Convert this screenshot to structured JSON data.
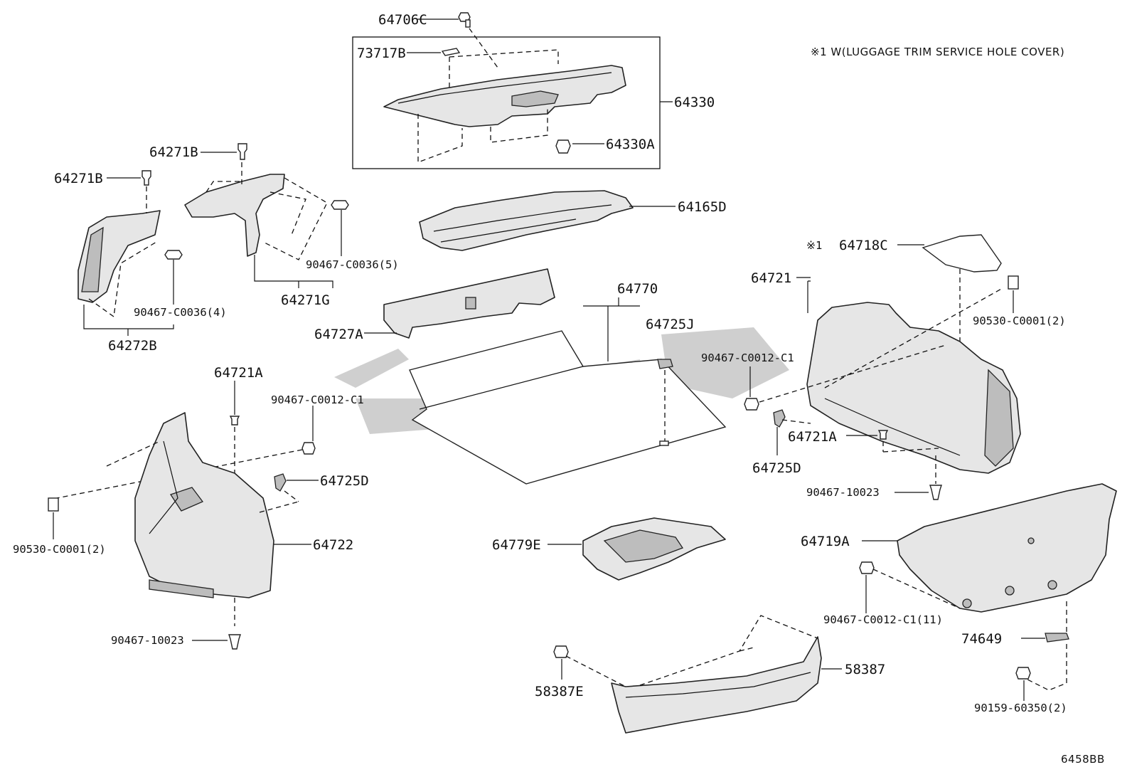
{
  "diagram_code": "6458BB",
  "note": "※1 W(LUGGAGE TRIM SERVICE HOLE COVER)",
  "labels": {
    "p64706C": "64706C",
    "p73717B": "73717B",
    "p64330": "64330",
    "p64330A": "64330A",
    "p64271B_a": "64271B",
    "p64271B_b": "64271B",
    "p64165D": "64165D",
    "p90467_C0036_5": "90467-C0036(5)",
    "p64271G": "64271G",
    "p90467_C0036_4": "90467-C0036(4)",
    "p64272B": "64272B",
    "p64727A": "64727A",
    "p64770": "64770",
    "p64725J": "64725J",
    "p64721A_left": "64721A",
    "p90467_C0012_C1_left": "90467-C0012-C1",
    "p64725D_left": "64725D",
    "p90530_C0001_2_left": "90530-C0001(2)",
    "p64722": "64722",
    "p90467_10023_left": "90467-10023",
    "p64779E": "64779E",
    "p64718C_mark": "※1",
    "p64718C": "64718C",
    "p64721": "64721",
    "p90530_C0001_2_right": "90530-C0001(2)",
    "p90467_C0012_C1_right": "90467-C0012-C1",
    "p64721A_right": "64721A",
    "p64725D_right": "64725D",
    "p90467_10023_right": "90467-10023",
    "p64719A": "64719A",
    "p90467_C0012_C1_11": "90467-C0012-C1(11)",
    "p74649": "74649",
    "p90159_60350_2": "90159-60350(2)",
    "p58387": "58387",
    "p58387E": "58387E"
  }
}
